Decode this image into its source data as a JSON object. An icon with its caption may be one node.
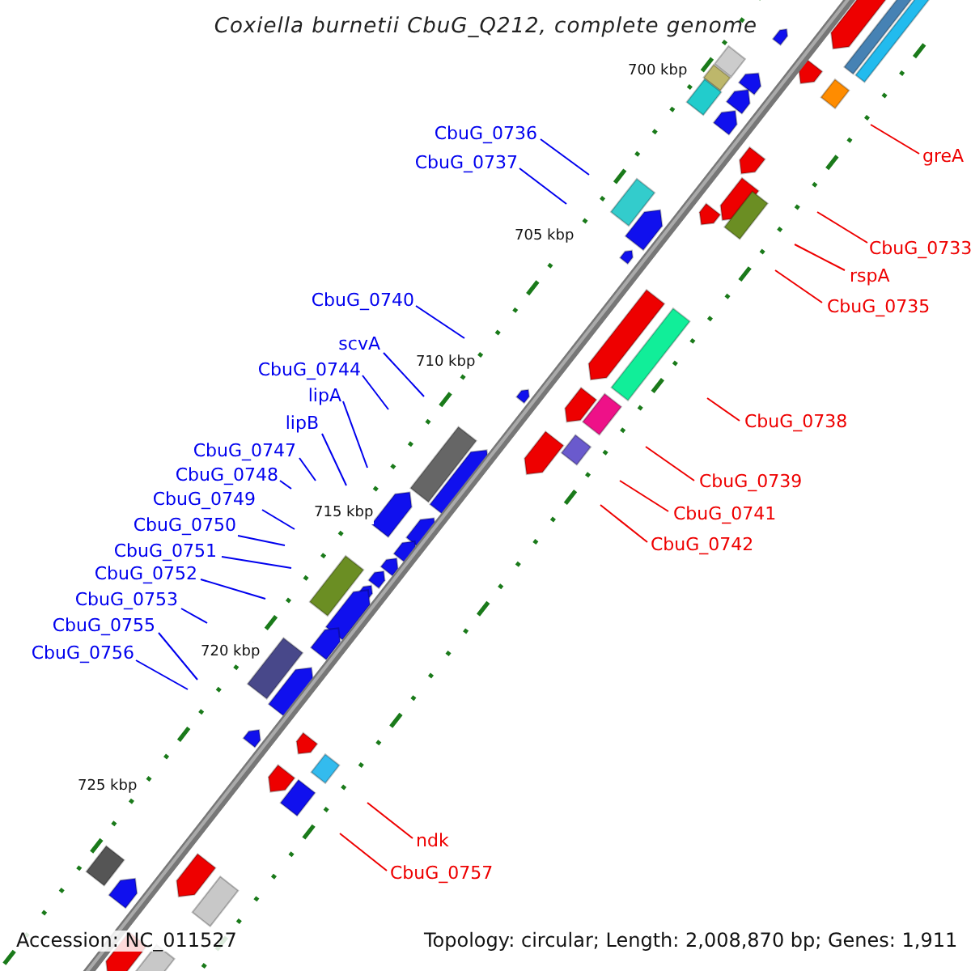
{
  "diagram": {
    "title": "Coxiella burnetii CbuG_Q212, complete genome",
    "nodes": [
      {
        "text": [
          "CbuG_0736"
        ]
      },
      {
        "text": [
          "greA"
        ]
      },
      {
        "text": [
          "CbuG_0737"
        ]
      },
      {
        "text": [
          "CbuG_0733"
        ]
      },
      {
        "text": [
          "rspA"
        ]
      },
      {
        "text": [
          "CbuG_0740"
        ]
      },
      {
        "text": [
          "CbuG_0735"
        ]
      },
      {
        "text": [
          "scvA"
        ]
      },
      {
        "text": [
          "CbuG_0744"
        ]
      },
      {
        "text": [
          "lipA"
        ]
      },
      {
        "text": [
          "CbuG_0738"
        ]
      },
      {
        "text": [
          "lipB"
        ]
      },
      {
        "text": [
          "CbuG_0747"
        ]
      },
      {
        "text": [
          "CbuG_0748"
        ]
      },
      {
        "text": [
          "CbuG_0739"
        ]
      },
      {
        "text": [
          "CbuG_0749"
        ]
      },
      {
        "text": [
          "CbuG_0741"
        ]
      },
      {
        "text": [
          "CbuG_0750"
        ]
      },
      {
        "text": [
          "CbuG_0742"
        ]
      },
      {
        "text": [
          "CbuG_0751"
        ]
      },
      {
        "text": [
          "CbuG_0752"
        ]
      },
      {
        "text": [
          "CbuG_0753"
        ]
      },
      {
        "text": [
          "CbuG_0755"
        ]
      },
      {
        "text": [
          "CbuG_0756"
        ]
      },
      {
        "text": [
          "ndk"
        ]
      },
      {
        "text": [
          "CbuG_0757"
        ]
      }
    ],
    "edges": [
      {
        "from": 0,
        "to": null,
        "arrow": "none"
      },
      {
        "from": 1,
        "to": null,
        "arrow": "none",
        "color": "#ee0000"
      },
      {
        "from": 2,
        "to": null,
        "arrow": "none"
      },
      {
        "from": 3,
        "to": null,
        "arrow": "none",
        "color": "#ee0000"
      },
      {
        "from": 4,
        "to": null,
        "arrow": "none",
        "color": "#ee0000"
      },
      {
        "from": 5,
        "to": null,
        "arrow": "none"
      },
      {
        "from": 6,
        "to": null,
        "arrow": "none",
        "color": "#ee0000"
      },
      {
        "from": 7,
        "to": null,
        "arrow": "none"
      },
      {
        "from": 8,
        "to": null,
        "arrow": "none"
      },
      {
        "from": 9,
        "to": null,
        "arrow": "none"
      },
      {
        "from": 10,
        "to": null,
        "arrow": "none",
        "color": "#ee0000"
      },
      {
        "from": 11,
        "to": null,
        "arrow": "none"
      },
      {
        "from": 12,
        "to": null,
        "arrow": "none"
      },
      {
        "from": 13,
        "to": null,
        "arrow": "none"
      },
      {
        "from": 14,
        "to": null,
        "arrow": "none",
        "color": "#ee0000"
      },
      {
        "from": 15,
        "to": null,
        "arrow": "none"
      },
      {
        "from": 16,
        "to": null,
        "arrow": "none",
        "color": "#ee0000"
      },
      {
        "from": 17,
        "to": null,
        "arrow": "none"
      },
      {
        "from": 18,
        "to": null,
        "arrow": "none",
        "color": "#ee0000"
      },
      {
        "from": 19,
        "to": null,
        "arrow": "none"
      },
      {
        "from": 20,
        "to": null,
        "arrow": "none"
      },
      {
        "from": 21,
        "to": null,
        "arrow": "none"
      },
      {
        "from": 22,
        "to": null,
        "arrow": "none"
      },
      {
        "from": 23,
        "to": null,
        "arrow": "none"
      },
      {
        "from": 24,
        "to": null,
        "arrow": "none",
        "color": "#ee0000"
      },
      {
        "from": 25,
        "to": null,
        "arrow": "none",
        "color": "#ee0000"
      }
    ],
    "labels": [
      "700 kbp",
      "705 kbp",
      "710 kbp",
      "715 kbp",
      "720 kbp",
      "725 kbp",
      "Accession: NC_011527",
      "Topology: circular; Length: 2,008,870 bp; Genes: 1,911"
    ]
  }
}
